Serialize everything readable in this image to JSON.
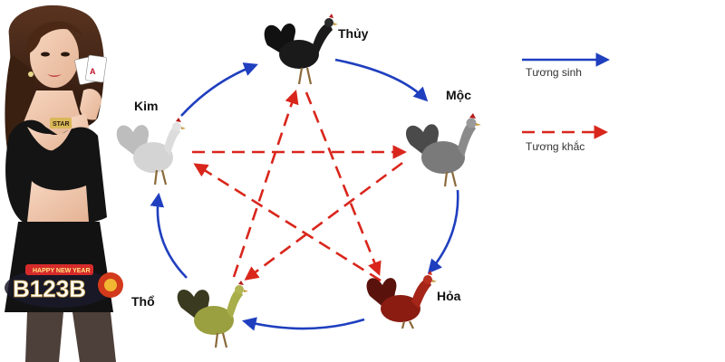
{
  "elements": {
    "thuy": {
      "label": "Thủy",
      "color": "#1a1a1a"
    },
    "moc": {
      "label": "Mộc",
      "color": "#7a7a7a"
    },
    "hoa": {
      "label": "Hỏa",
      "color": "#8a1c12"
    },
    "tho": {
      "label": "Thổ",
      "color": "#9aa040"
    },
    "kim": {
      "label": "Kim",
      "color": "#c9c9c9"
    }
  },
  "legend": {
    "generate": {
      "label": "Tương sinh",
      "color": "#1f3fbf"
    },
    "overcome": {
      "label": "Tương khắc",
      "color": "#d9261c"
    }
  },
  "branding": {
    "logo_text": "B123B",
    "banner_text": "HAPPY NEW YEAR",
    "card_text": "A",
    "badge_text": "STAR"
  }
}
